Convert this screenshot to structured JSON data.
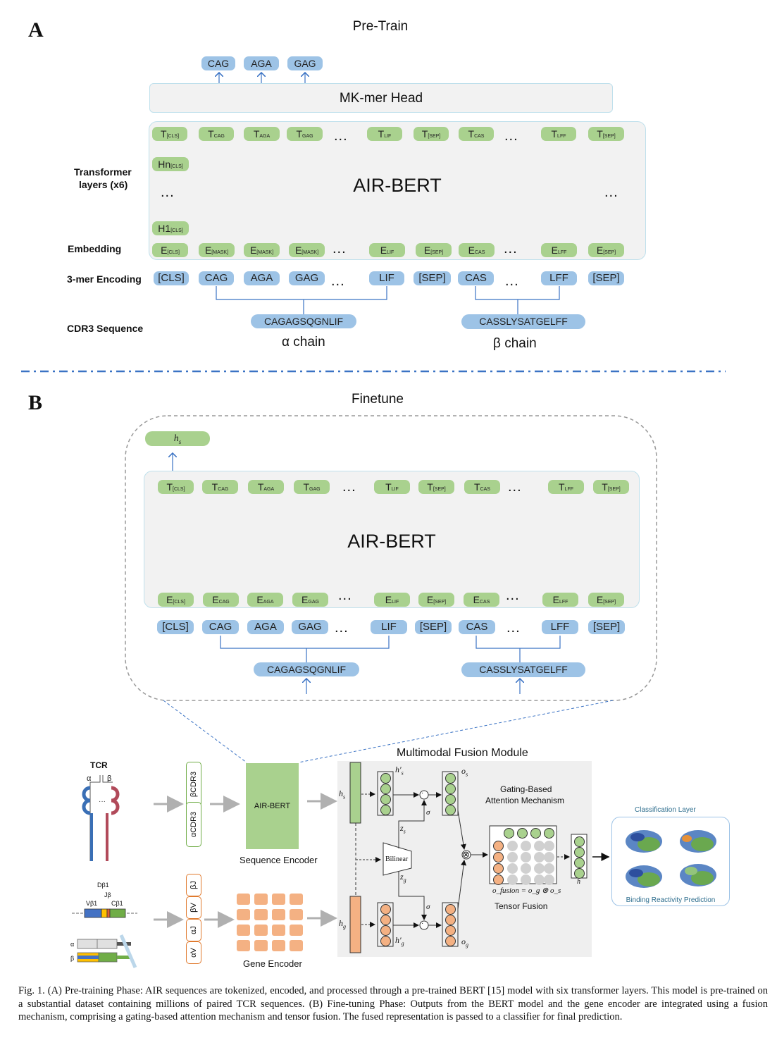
{
  "panel_a": {
    "letter": "A",
    "title": "Pre-Train",
    "head_outputs": [
      "CAG",
      "AGA",
      "GAG"
    ],
    "head_label": "MK-mer Head",
    "model_label": "AIR-BERT",
    "left_labels": {
      "transformer": "Transformer",
      "transformer2": "layers (x6)",
      "embedding": "Embedding",
      "encoding": "3-mer Encoding",
      "sequence": "CDR3 Sequence"
    },
    "t_tokens": [
      {
        "m": "T",
        "s": "[CLS]"
      },
      {
        "m": "T",
        "s": "CAG"
      },
      {
        "m": "T",
        "s": "AGA"
      },
      {
        "m": "T",
        "s": "GAG"
      },
      {
        "m": "T",
        "s": "LIF"
      },
      {
        "m": "T",
        "s": "[SEP]"
      },
      {
        "m": "T",
        "s": "CAS"
      },
      {
        "m": "T",
        "s": "LFF"
      },
      {
        "m": "T",
        "s": "[SEP]"
      }
    ],
    "hn": {
      "m": "Hn",
      "s": "[CLS]"
    },
    "h1": {
      "m": "H1",
      "s": "[CLS]"
    },
    "ellipsis": "...",
    "e_tokens": [
      {
        "m": "E",
        "s": "[CLS]"
      },
      {
        "m": "E",
        "s": "[MASK]"
      },
      {
        "m": "E",
        "s": "[MASK]"
      },
      {
        "m": "E",
        "s": "[MASK]"
      },
      {
        "m": "E",
        "s": "LIF"
      },
      {
        "m": "E",
        "s": "[SEP]"
      },
      {
        "m": "E",
        "s": "CAS"
      },
      {
        "m": "E",
        "s": "LFF"
      },
      {
        "m": "E",
        "s": "[SEP]"
      }
    ],
    "kmers": [
      "[CLS]",
      "CAG",
      "AGA",
      "GAG",
      "LIF",
      "[SEP]",
      "CAS",
      "LFF",
      "[SEP]"
    ],
    "alpha_seq": "CAGAGSQGNLIF",
    "beta_seq": "CASSLYSATGELFF",
    "alpha_label": "α chain",
    "beta_label": "β chain"
  },
  "panel_b": {
    "letter": "B",
    "title": "Finetune",
    "output": "h",
    "output_sub": "s",
    "model_label": "AIR-BERT",
    "t_tokens": [
      {
        "m": "T",
        "s": "[CLS]"
      },
      {
        "m": "T",
        "s": "CAG"
      },
      {
        "m": "T",
        "s": "AGA"
      },
      {
        "m": "T",
        "s": "GAG"
      },
      {
        "m": "T",
        "s": "LIF"
      },
      {
        "m": "T",
        "s": "[SEP]"
      },
      {
        "m": "T",
        "s": "CAS"
      },
      {
        "m": "T",
        "s": "LFF"
      },
      {
        "m": "T",
        "s": "[SEP]"
      }
    ],
    "e_tokens": [
      {
        "m": "E",
        "s": "[CLS]"
      },
      {
        "m": "E",
        "s": "CAG"
      },
      {
        "m": "E",
        "s": "AGA"
      },
      {
        "m": "E",
        "s": "GAG"
      },
      {
        "m": "E",
        "s": "LIF"
      },
      {
        "m": "E",
        "s": "[SEP]"
      },
      {
        "m": "E",
        "s": "CAS"
      },
      {
        "m": "E",
        "s": "LFF"
      },
      {
        "m": "E",
        "s": "[SEP]"
      }
    ],
    "kmers": [
      "[CLS]",
      "CAG",
      "AGA",
      "GAG",
      "LIF",
      "[SEP]",
      "CAS",
      "LFF",
      "[SEP]"
    ],
    "alpha_seq": "CAGAGSQGNLIF",
    "beta_seq": "CASSLYSATGELFF"
  },
  "fusion": {
    "title": "Multimodal Fusion Module",
    "tcr_label": "TCR",
    "alpha": "α",
    "beta": "β",
    "cdr_tags": [
      "βCDR3",
      "αCDR3"
    ],
    "gene_tags": [
      "βJ",
      "βV",
      "αJ",
      "αV"
    ],
    "gene_labels": {
      "dbeta": "Dβ1",
      "vbeta": "Vβ1",
      "jbeta": "Jβ",
      "cbeta": "Cβ1",
      "a": "α",
      "b": "β"
    },
    "seq_encoder_block": "AIR-BERT",
    "seq_encoder_label": "Sequence Encoder",
    "gene_encoder_label": "Gene Encoder",
    "gating_label": "Gating-Based",
    "gating_label2": "Attention Mechanism",
    "bilinear": "Bilinear",
    "tensor_fusion_label": "Tensor Fusion",
    "formula": "o_fusion = o_g ⊗ o_s",
    "classification_label": "Classification Layer",
    "prediction_label": "Binding Reactivity Prediction",
    "sym": {
      "hs": "h",
      "hg": "h",
      "hps": "h′",
      "hpg": "h′",
      "os": "o",
      "og": "o",
      "zs": "z",
      "zg": "z",
      "sigma": "σ",
      "h": "h",
      "dot": "·",
      "otimes": "⊗"
    }
  },
  "caption": "Fig. 1.  (A) Pre-training Phase: AIR sequences are tokenized, encoded, and processed through a pre-trained BERT [15] model with six transformer layers. This model is pre-trained on a substantial dataset containing millions of paired TCR sequences. (B) Fine-tuning Phase: Outputs from the BERT model and the gene encoder are integrated using a fusion mechanism, comprising a gating-based attention mechanism and tensor fusion. The fused representation is passed to a classifier for final prediction.",
  "colors": {
    "green": "#a9d18e",
    "blue": "#9dc3e6",
    "orange": "#f4b183",
    "line": "#3b73c4",
    "panel_bg": "#f2f2f2"
  }
}
